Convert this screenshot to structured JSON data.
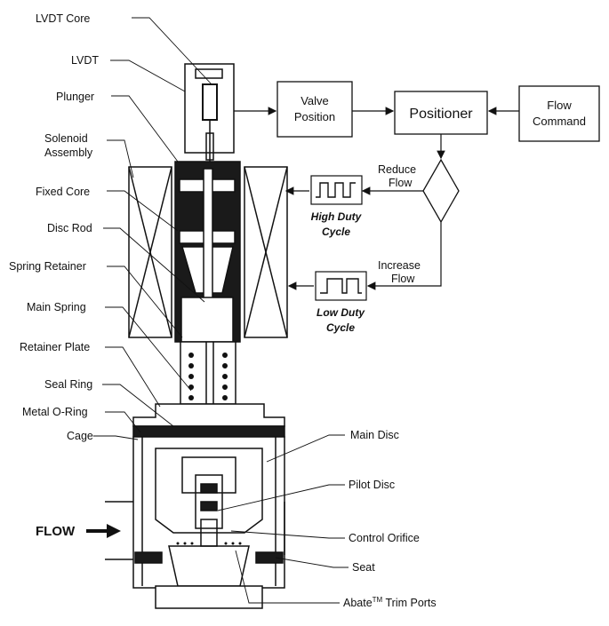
{
  "left_labels": [
    {
      "id": "lvdt-core",
      "text": "LVDT Core"
    },
    {
      "id": "lvdt",
      "text": "LVDT"
    },
    {
      "id": "plunger",
      "text": "Plunger"
    },
    {
      "id": "solenoid-1",
      "text": "Solenoid"
    },
    {
      "id": "solenoid-2",
      "text": "Assembly"
    },
    {
      "id": "fixed-core",
      "text": "Fixed Core"
    },
    {
      "id": "disc-rod",
      "text": "Disc Rod"
    },
    {
      "id": "spring-retainer",
      "text": "Spring Retainer"
    },
    {
      "id": "main-spring",
      "text": "Main Spring"
    },
    {
      "id": "retainer-plate",
      "text": "Retainer Plate"
    },
    {
      "id": "seal-ring",
      "text": "Seal Ring"
    },
    {
      "id": "metal-o-ring",
      "text": "Metal O-Ring"
    },
    {
      "id": "cage",
      "text": "Cage"
    }
  ],
  "right_labels": [
    {
      "id": "main-disc",
      "text": "Main Disc"
    },
    {
      "id": "pilot-disc",
      "text": "Pilot Disc"
    },
    {
      "id": "control-orifice",
      "text": "Control Orifice"
    },
    {
      "id": "seat",
      "text": "Seat"
    }
  ],
  "trim_ports": {
    "prefix": "Abate",
    "sup": "TM",
    "suffix": " Trim Ports"
  },
  "flow_label": "FLOW",
  "boxes": {
    "valve_position": [
      "Valve",
      "Position"
    ],
    "positioner": "Positioner",
    "flow_command": [
      "Flow",
      "Command"
    ]
  },
  "reduce_flow": [
    "Reduce",
    "Flow"
  ],
  "increase_flow": [
    "Increase",
    "Flow"
  ],
  "high_duty": [
    "High Duty",
    "Cycle"
  ],
  "low_duty": [
    "Low Duty",
    "Cycle"
  ]
}
